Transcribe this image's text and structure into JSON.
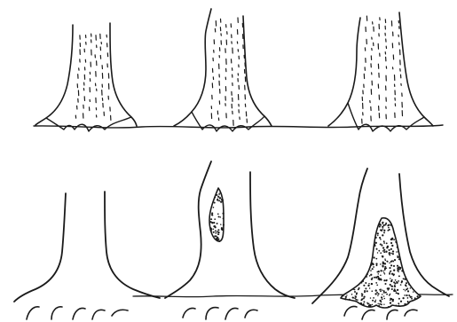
{
  "figure": {
    "description_visible_text": "",
    "colors": {
      "ink": "#1a1a1a",
      "paper": "#ffffff"
    },
    "rows": [
      {
        "id": "top-row",
        "panels": [
          {
            "id": "trunk-base-1",
            "icon": "tree-trunk-icon",
            "dot_count": 40
          },
          {
            "id": "trunk-base-2",
            "icon": "tree-trunk-icon",
            "dot_count": 44
          },
          {
            "id": "trunk-base-3",
            "icon": "tree-trunk-icon",
            "dot_count": 46
          }
        ]
      },
      {
        "id": "bottom-row",
        "panels": [
          {
            "id": "trunk-outline-1",
            "icon": "tree-trunk-outline-icon",
            "has_cavity": false
          },
          {
            "id": "trunk-outline-2",
            "icon": "tree-trunk-outline-icon",
            "has_cavity": true,
            "cavity_size": "small"
          },
          {
            "id": "trunk-outline-3",
            "icon": "tree-trunk-outline-icon",
            "has_cavity": true,
            "cavity_size": "large"
          }
        ]
      }
    ]
  }
}
